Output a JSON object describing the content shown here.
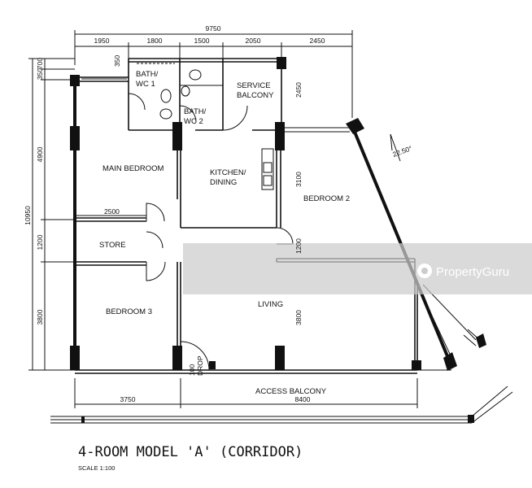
{
  "title": "4-ROOM MODEL 'A'  (CORRIDOR)",
  "scale": "SCALE  1:100",
  "watermark": "PropertyGuru",
  "rooms": {
    "bath_wc1": [
      "BATH/",
      "WC  1"
    ],
    "bath_wc2": [
      "BATH/",
      "WC  2"
    ],
    "service_balcony": [
      "SERVICE",
      "BALCONY"
    ],
    "main_bedroom": "MAIN  BEDROOM",
    "kitchen_dining": [
      "KITCHEN/",
      "DINING"
    ],
    "bedroom2": "BEDROOM  2",
    "store": "STORE",
    "bedroom3": "BEDROOM  3",
    "living": "LIVING",
    "access_balcony": "ACCESS  BALCONY",
    "drop": [
      "100",
      "DROP"
    ]
  },
  "dimensions": {
    "overall_width": "9750",
    "top": [
      "1950",
      "1800",
      "1500",
      "2050",
      "2450"
    ],
    "left_overall": "10950",
    "left": [
      "350",
      "700",
      "4900",
      "1200",
      "3800"
    ],
    "bottom": [
      "3750",
      "8400"
    ],
    "interior": {
      "store_width": "2500",
      "top_small": "350",
      "service_balcony_depth": "2450",
      "bedroom2_depth": "3100",
      "living_depth": "3800",
      "step": "1200",
      "angle": "22.50°"
    }
  }
}
